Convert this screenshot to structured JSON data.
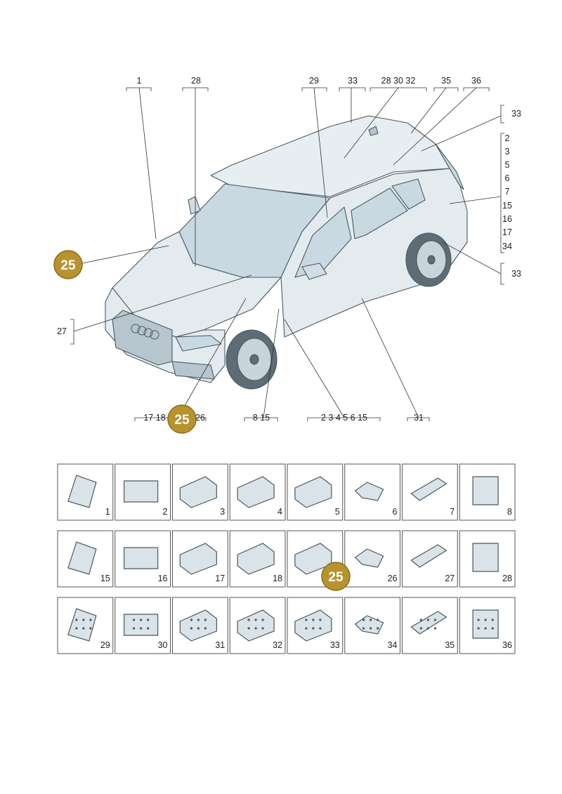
{
  "diagram": {
    "highlight_label": "25",
    "top_callouts": [
      {
        "id": "c1",
        "text": "1"
      },
      {
        "id": "c28",
        "text": "28"
      },
      {
        "id": "c29",
        "text": "29"
      },
      {
        "id": "c33a",
        "text": "33"
      },
      {
        "id": "c283032",
        "text": "28  30  32"
      },
      {
        "id": "c35",
        "text": "35"
      },
      {
        "id": "c36",
        "text": "36"
      }
    ],
    "right_callouts": {
      "top_single": "33",
      "group": [
        "2",
        "3",
        "5",
        "6",
        "7",
        "15",
        "16",
        "17",
        "34"
      ],
      "bottom_single": "33"
    },
    "left_callout": "27",
    "bottom_callouts": [
      {
        "id": "b17",
        "text": "17  18"
      },
      {
        "id": "b26",
        "text": "26"
      },
      {
        "id": "b815",
        "text": "8  15"
      },
      {
        "id": "b2345",
        "text": "2  3  4  5  6  15"
      },
      {
        "id": "b31",
        "text": "31"
      }
    ]
  },
  "parts_grid": {
    "rows": [
      [
        "1",
        "2",
        "3",
        "4",
        "5",
        "6",
        "7",
        "8"
      ],
      [
        "15",
        "16",
        "17",
        "18",
        "",
        "26",
        "27",
        "28"
      ],
      [
        "29",
        "30",
        "31",
        "32",
        "33",
        "34",
        "35",
        "36"
      ]
    ]
  },
  "colors": {
    "badge_fill": "#b8922e",
    "badge_stroke": "#8c6d1d",
    "part_fill": "#d9e3e8",
    "part_stroke": "#4a5863",
    "car_body": "#e3ebef",
    "car_glass": "#c9d9e2",
    "grid_line": "#555555"
  }
}
